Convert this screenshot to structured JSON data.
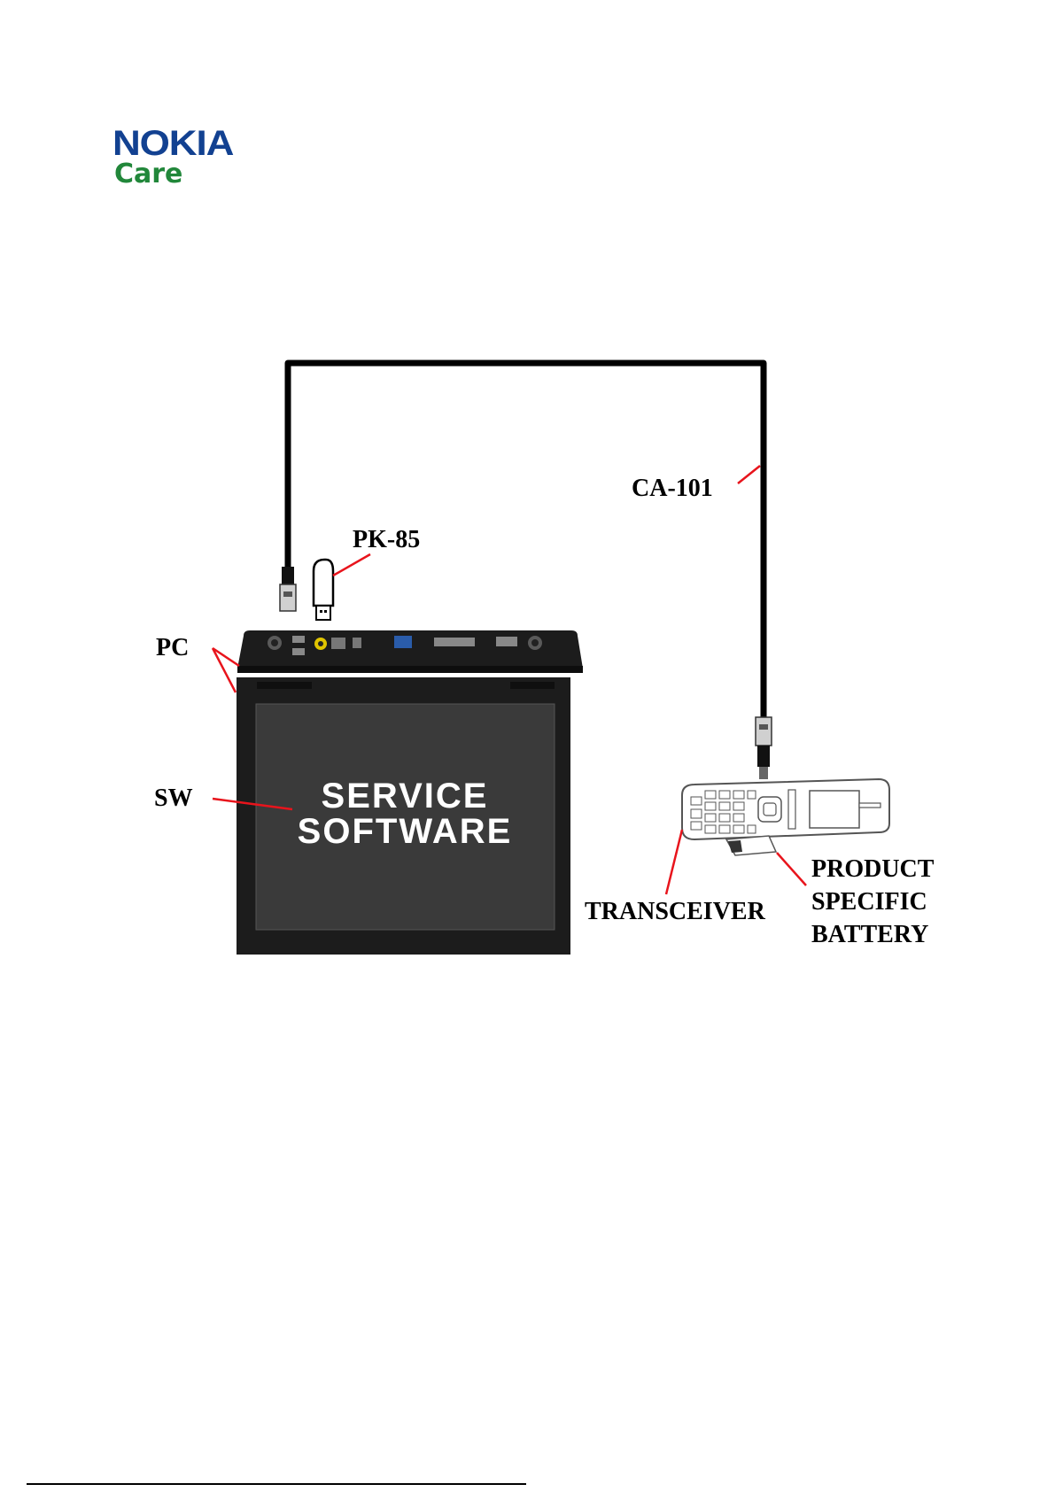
{
  "logo": {
    "brand": "NOKIA",
    "sub": "Care",
    "brand_color": "#124191",
    "sub_color": "#21873a"
  },
  "labels": {
    "ca101": "CA-101",
    "pk85": "PK-85",
    "pc": "PC",
    "sw": "SW",
    "transceiver": "TRANSCEIVER",
    "battery_line1": "PRODUCT",
    "battery_line2": "SPECIFIC",
    "battery_line3": "BATTERY"
  },
  "screen": {
    "line1": "SERVICE",
    "line2": "SOFTWARE"
  },
  "colors": {
    "pointer": "#e8141c",
    "cable": "#000000",
    "screen_bg": "#3a3a3a",
    "laptop_body": "#1c1c1c"
  }
}
